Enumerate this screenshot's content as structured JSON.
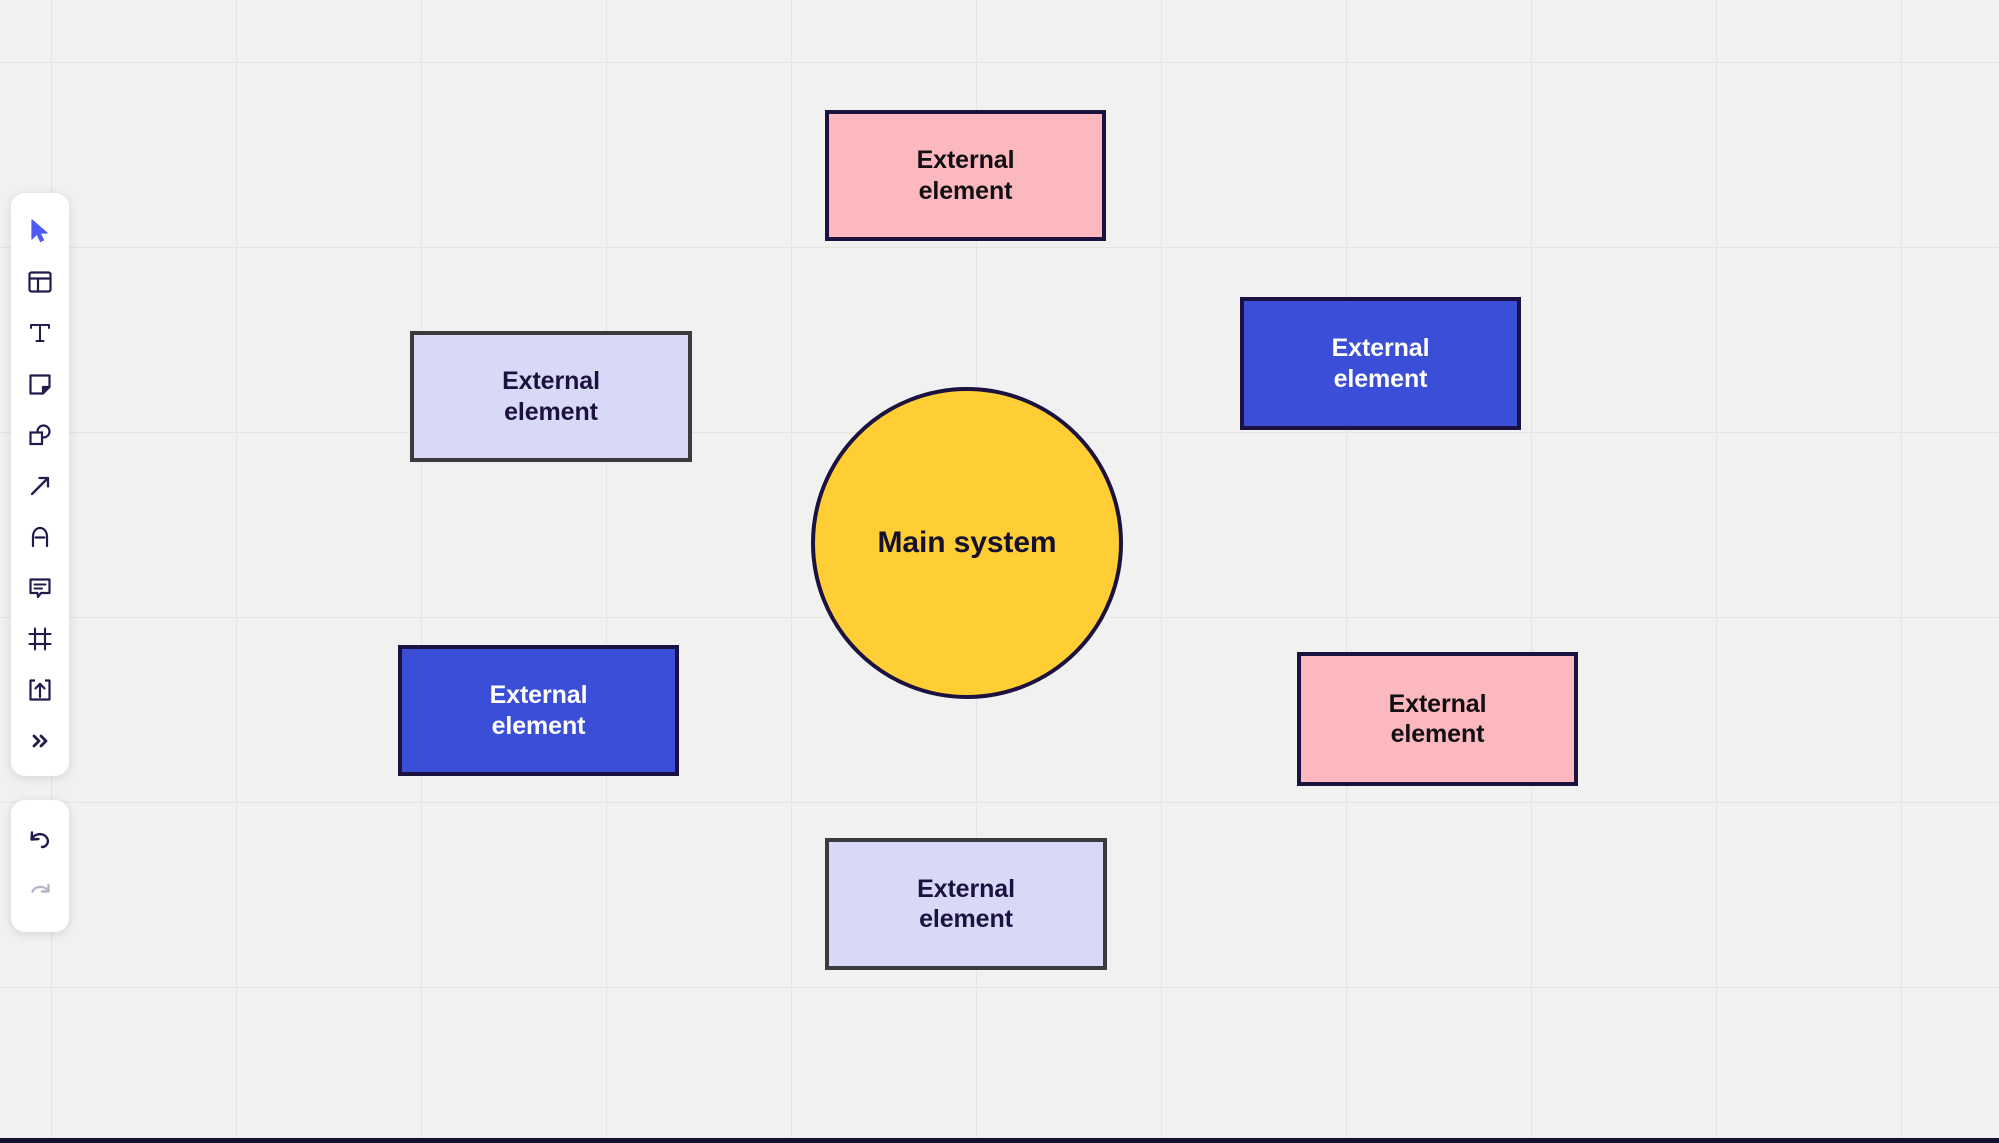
{
  "app": {
    "background_color": "#f1f1f1",
    "grid_color": "#e4e4e4",
    "ink_color": "#1c1240"
  },
  "toolbar": {
    "tools": [
      {
        "id": "select",
        "icon": "cursor-icon",
        "label": "Select"
      },
      {
        "id": "template",
        "icon": "template-icon",
        "label": "Templates"
      },
      {
        "id": "text",
        "icon": "text-icon",
        "label": "Text"
      },
      {
        "id": "sticky",
        "icon": "sticky-note-icon",
        "label": "Sticky note"
      },
      {
        "id": "shapes",
        "icon": "shapes-icon",
        "label": "Shapes"
      },
      {
        "id": "arrow",
        "icon": "arrow-icon",
        "label": "Connection line"
      },
      {
        "id": "pen",
        "icon": "pen-icon",
        "label": "Pen"
      },
      {
        "id": "comment",
        "icon": "comment-icon",
        "label": "Comment"
      },
      {
        "id": "frame",
        "icon": "frame-icon",
        "label": "Frame"
      },
      {
        "id": "upload",
        "icon": "upload-icon",
        "label": "Upload"
      },
      {
        "id": "more",
        "icon": "chevron-right-double-icon",
        "label": "More tools"
      }
    ],
    "history": [
      {
        "id": "undo",
        "icon": "undo-icon",
        "label": "Undo",
        "state": "enabled"
      },
      {
        "id": "redo",
        "icon": "redo-icon",
        "label": "Redo",
        "state": "disabled"
      }
    ]
  },
  "diagram": {
    "center": {
      "label": "Main system",
      "shape": "circle",
      "fill": "#ffce34",
      "text_color": "#14102e"
    },
    "nodes": [
      {
        "id": "top",
        "label": "External\nelement",
        "shape": "rectangle",
        "fill": "#fbb8be",
        "text_color": "#120f12",
        "border": "#1c1240"
      },
      {
        "id": "right-top",
        "label": "External\nelement",
        "shape": "rectangle",
        "fill": "#3b4ed8",
        "text_color": "#ffffff",
        "border": "#1c1240"
      },
      {
        "id": "right-bottom",
        "label": "External\nelement",
        "shape": "rectangle",
        "fill": "#fbb8be",
        "text_color": "#120f12",
        "border": "#1c1240"
      },
      {
        "id": "bottom",
        "label": "External\nelement",
        "shape": "rectangle",
        "fill": "#d8d8f7",
        "text_color": "#1c1240",
        "border": "#3a3a3f"
      },
      {
        "id": "left-bottom",
        "label": "External\nelement",
        "shape": "rectangle",
        "fill": "#3b4ed8",
        "text_color": "#ffffff",
        "border": "#1c1240"
      },
      {
        "id": "left-top",
        "label": "External\nelement",
        "shape": "rectangle",
        "fill": "#d8d8f7",
        "text_color": "#1c1240",
        "border": "#3a3a3f"
      }
    ]
  }
}
